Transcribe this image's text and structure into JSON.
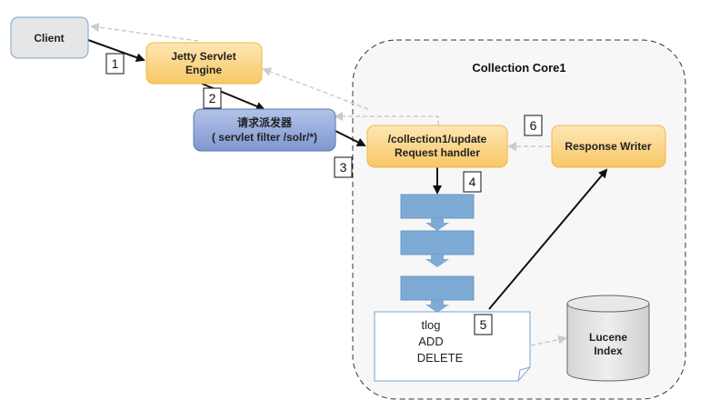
{
  "core": {
    "title": "Collection Core1"
  },
  "client": {
    "label": "Client"
  },
  "jetty": {
    "line1": "Jetty Servlet",
    "line2": "Engine"
  },
  "dispatcher": {
    "line1": "请求派发器",
    "line2": "( servlet filter /solr/*)"
  },
  "update_handler": {
    "line1": "/collection1/update",
    "line2": "Request handler"
  },
  "response_writer": {
    "label": "Response Writer"
  },
  "tlog": {
    "line1": "tlog",
    "line2": "ADD",
    "line3": "DELETE"
  },
  "lucene": {
    "line1": "Lucene",
    "line2": "Index"
  },
  "steps": [
    "1",
    "2",
    "3",
    "4",
    "5",
    "6"
  ],
  "colors": {
    "client_fill": "#e6e6e6",
    "orange_fill": "#fbd68a",
    "orange_border": "#f0b64a",
    "blue_fill": "#8fa6d8",
    "blue_border": "#5b76b8",
    "step_block": "#7eaad6",
    "arrow_dark": "#111111",
    "arrow_light": "#cccccc"
  }
}
